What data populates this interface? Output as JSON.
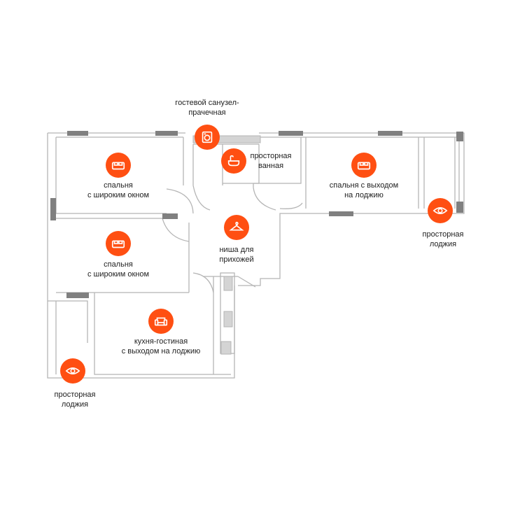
{
  "accent_color": "#ff4f12",
  "wall_color": "#b8b8b8",
  "window_color": "#7d7d7d",
  "rooms": [
    {
      "id": "bedroom-1",
      "icon": "bed-icon",
      "lines": [
        "спальня",
        "с широким окном"
      ]
    },
    {
      "id": "bedroom-2",
      "icon": "bed-icon",
      "lines": [
        "спальня",
        "с широким окном"
      ]
    },
    {
      "id": "bedroom-3",
      "icon": "bed-icon",
      "lines": [
        "спальня с выходом",
        "на лоджию"
      ]
    },
    {
      "id": "bathroom",
      "icon": "bathtub-icon",
      "lines": [
        "просторная",
        "ванная"
      ]
    },
    {
      "id": "hall",
      "icon": "hanger-icon",
      "lines": [
        "ниша для",
        "прихожей"
      ]
    },
    {
      "id": "kitchen",
      "icon": "sofa-icon",
      "lines": [
        "кухня-гостиная",
        "с выходом на лоджию"
      ]
    },
    {
      "id": "guest-wc",
      "icon": "washing-machine-icon",
      "lines": [
        "гостевой санузел-",
        "прачечная"
      ]
    },
    {
      "id": "loggia-right",
      "icon": "eye-icon",
      "lines": [
        "просторная",
        "лоджия"
      ]
    },
    {
      "id": "loggia-left",
      "icon": "eye-icon",
      "lines": [
        "просторная",
        "лоджия"
      ]
    }
  ]
}
